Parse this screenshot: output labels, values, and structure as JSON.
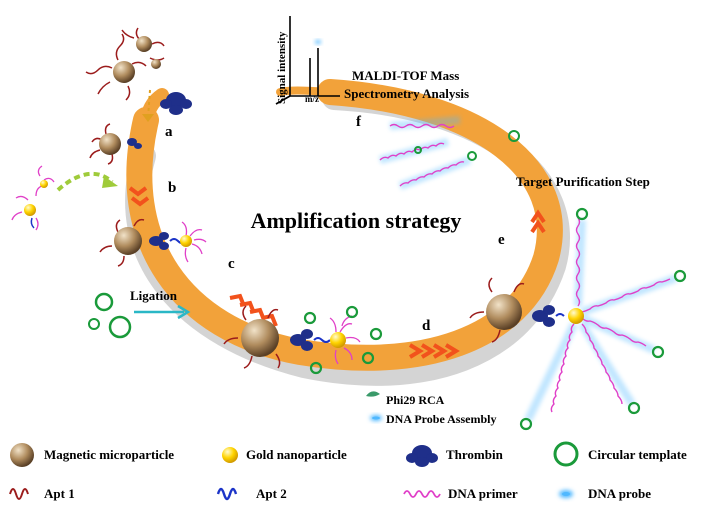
{
  "diagram": {
    "title": "Amplification strategy",
    "step_labels": {
      "a": "a",
      "b": "b",
      "c": "c",
      "d": "d",
      "e": "e",
      "f": "f"
    },
    "ms_plot": {
      "ylabel": "Signal intensity",
      "xlabel": "m/z"
    },
    "ms_caption": {
      "line1": "MALDI-TOF Mass",
      "line2": "Spectrometry Analysis"
    },
    "purification": "Target Purification Step",
    "ligation": "Ligation",
    "rca_label": "Phi29 RCA",
    "probe_assembly_label": "DNA Probe Assembly"
  },
  "legend": {
    "magnetic": "Magnetic microparticle",
    "gold": "Gold nanoparticle",
    "thrombin": "Thrombin",
    "circular": "Circular template",
    "apt1": "Apt 1",
    "apt2": "Apt 2",
    "primer": "DNA primer",
    "probe": "DNA probe"
  },
  "colors": {
    "track": "#f2a23a",
    "chevron": "#f2521c",
    "magnetic": "#b08c5e",
    "gold": "#ffd400",
    "thrombin": "#1f2f8a",
    "circular": "#1a9a3a",
    "apt1": "#9b1c1c",
    "apt2": "#1c34c8",
    "primer": "#e040c8",
    "probe": "#4fb8ff"
  }
}
